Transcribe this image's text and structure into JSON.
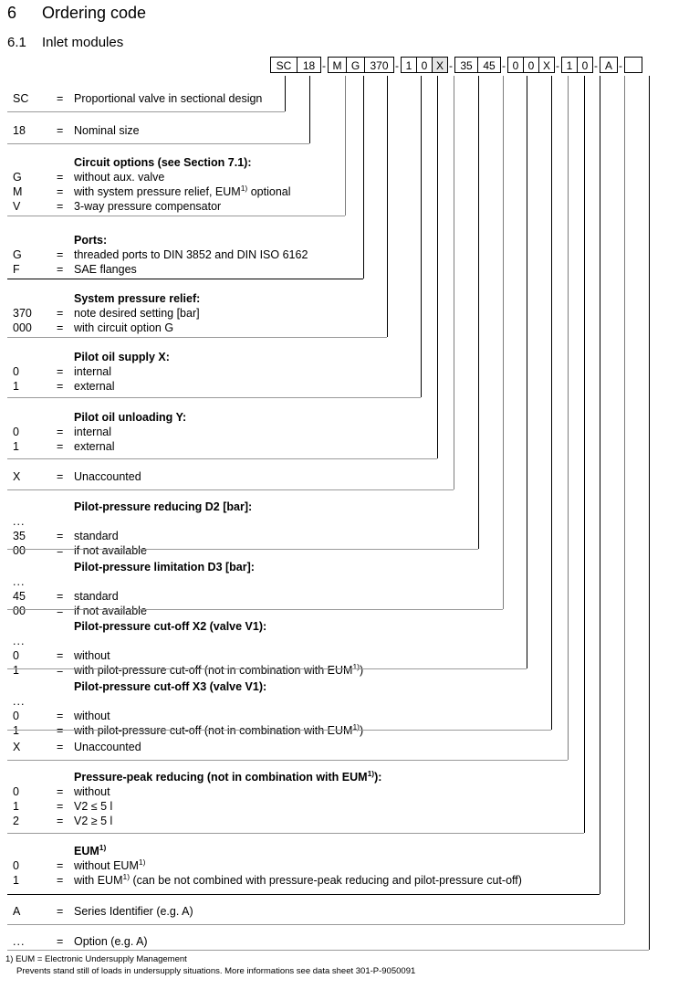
{
  "document": {
    "section_number": "6",
    "section_title": "Ordering code",
    "subsection_number": "6.1",
    "subsection_title": "Inlet modules"
  },
  "ordering_code": {
    "segments": [
      {
        "type": "box",
        "value": "SC",
        "width": 30,
        "shaded": false
      },
      {
        "type": "box",
        "value": "18",
        "width": 27,
        "shaded": false
      },
      {
        "type": "dash",
        "value": "-"
      },
      {
        "type": "box",
        "value": "M",
        "width": 21,
        "shaded": false
      },
      {
        "type": "box",
        "value": "G",
        "width": 21,
        "shaded": false
      },
      {
        "type": "box",
        "value": "370",
        "width": 33,
        "shaded": false
      },
      {
        "type": "dash",
        "value": "-"
      },
      {
        "type": "box",
        "value": "1",
        "width": 18,
        "shaded": false
      },
      {
        "type": "box",
        "value": "0",
        "width": 18,
        "shaded": false
      },
      {
        "type": "box",
        "value": "X",
        "width": 18,
        "shaded": true
      },
      {
        "type": "dash",
        "value": "-"
      },
      {
        "type": "box",
        "value": "35",
        "width": 26,
        "shaded": false
      },
      {
        "type": "box",
        "value": "45",
        "width": 26,
        "shaded": false
      },
      {
        "type": "dash",
        "value": "-"
      },
      {
        "type": "box",
        "value": "0",
        "width": 18,
        "shaded": false
      },
      {
        "type": "box",
        "value": "0",
        "width": 18,
        "shaded": false
      },
      {
        "type": "box",
        "value": "X",
        "width": 18,
        "shaded": false
      },
      {
        "type": "dash",
        "value": "-"
      },
      {
        "type": "box",
        "value": "1",
        "width": 18,
        "shaded": false
      },
      {
        "type": "box",
        "value": "0",
        "width": 18,
        "shaded": false
      },
      {
        "type": "dash",
        "value": "-"
      },
      {
        "type": "box",
        "value": "A",
        "width": 20,
        "shaded": false
      },
      {
        "type": "dash",
        "value": "-"
      },
      {
        "type": "box",
        "value": "",
        "width": 20,
        "shaded": false
      }
    ]
  },
  "legend": [
    {
      "id": "sc",
      "title": "",
      "entries": [
        {
          "code": "SC",
          "eq": "=",
          "desc": "Proportional valve in sectional design"
        }
      ]
    },
    {
      "id": "nominal-size",
      "title": "",
      "entries": [
        {
          "code": "18",
          "eq": "=",
          "desc": "Nominal size"
        }
      ]
    },
    {
      "id": "circuit-options",
      "title": "Circuit options (see Section 7.1):",
      "entries": [
        {
          "code": "G",
          "eq": "=",
          "desc": "without aux. valve"
        },
        {
          "code": "M",
          "eq": "=",
          "desc": "with system pressure relief, EUM<sup>1)</sup> optional"
        },
        {
          "code": "V",
          "eq": "=",
          "desc": "3-way pressure compensator"
        }
      ]
    },
    {
      "id": "ports",
      "title": "Ports:",
      "entries": [
        {
          "code": "G",
          "eq": "=",
          "desc": "threaded ports to DIN 3852 and DIN ISO 6162"
        },
        {
          "code": "F",
          "eq": "=",
          "desc": "SAE flanges"
        }
      ]
    },
    {
      "id": "system-pressure-relief",
      "title": "System pressure relief:",
      "entries": [
        {
          "code": "370",
          "eq": "=",
          "desc": "note desired setting [bar]"
        },
        {
          "code": "000",
          "eq": "=",
          "desc": "with circuit option G"
        }
      ]
    },
    {
      "id": "pilot-oil-supply",
      "title": "Pilot oil supply X:",
      "entries": [
        {
          "code": "0",
          "eq": "=",
          "desc": "internal"
        },
        {
          "code": "1",
          "eq": "=",
          "desc": "external"
        }
      ]
    },
    {
      "id": "pilot-oil-unloading",
      "title": "Pilot oil unloading Y:",
      "entries": [
        {
          "code": "0",
          "eq": "=",
          "desc": "internal"
        },
        {
          "code": "1",
          "eq": "=",
          "desc": "external"
        }
      ]
    },
    {
      "id": "unaccounted-1",
      "title": "",
      "entries": [
        {
          "code": "X",
          "eq": "=",
          "desc": "Unaccounted"
        }
      ]
    },
    {
      "id": "pilot-pressure-reducing-d2",
      "title": "Pilot-pressure reducing D2 [bar]:",
      "entries": [
        {
          "code": "...",
          "eq": "",
          "desc": ""
        },
        {
          "code": "35",
          "eq": "=",
          "desc": "standard"
        },
        {
          "code": "00",
          "eq": "=",
          "desc": "if not available"
        }
      ]
    },
    {
      "id": "pilot-pressure-limitation-d3",
      "title": "Pilot-pressure limitation D3 [bar]:",
      "entries": [
        {
          "code": "...",
          "eq": "",
          "desc": ""
        },
        {
          "code": "45",
          "eq": "=",
          "desc": "standard"
        },
        {
          "code": "00",
          "eq": "=",
          "desc": "if not available"
        }
      ]
    },
    {
      "id": "pilot-pressure-cut-off-x2",
      "title": "Pilot-pressure cut-off X2 (valve V1):",
      "entries": [
        {
          "code": "...",
          "eq": "",
          "desc": ""
        },
        {
          "code": "0",
          "eq": "=",
          "desc": "without"
        },
        {
          "code": "1",
          "eq": "=",
          "desc": "with pilot-pressure cut-off (not in combination with EUM<sup>1)</sup>)"
        }
      ]
    },
    {
      "id": "pilot-pressure-cut-off-x3",
      "title": "Pilot-pressure cut-off X3 (valve V1):",
      "entries": [
        {
          "code": "...",
          "eq": "",
          "desc": ""
        },
        {
          "code": "0",
          "eq": "=",
          "desc": "without"
        },
        {
          "code": "1",
          "eq": "=",
          "desc": "with pilot-pressure cut-off (not in combination with EUM<sup>1)</sup>)"
        }
      ]
    },
    {
      "id": "unaccounted-2",
      "title": "",
      "entries": [
        {
          "code": "X",
          "eq": "=",
          "desc": "Unaccounted"
        }
      ]
    },
    {
      "id": "pressure-peak-reducing",
      "title": "Pressure-peak reducing (not in combination with EUM<sup>1)</sup>):",
      "entries": [
        {
          "code": "0",
          "eq": "=",
          "desc": "without"
        },
        {
          "code": "1",
          "eq": "=",
          "desc": "V2 ≤ 5 l"
        },
        {
          "code": "2",
          "eq": "=",
          "desc": "V2 ≥ 5 l"
        }
      ]
    },
    {
      "id": "eum",
      "title": "EUM<sup>1)</sup>",
      "entries": [
        {
          "code": "0",
          "eq": "=",
          "desc": "without EUM<sup>1)</sup>"
        },
        {
          "code": "1",
          "eq": "=",
          "desc": "with EUM<sup>1)</sup> (can be not combined with pressure-peak reducing and pilot-pressure cut-off)"
        }
      ]
    },
    {
      "id": "series-identifier",
      "title": "",
      "entries": [
        {
          "code": "A",
          "eq": "=",
          "desc": "Series Identifier (e.g. A)"
        }
      ]
    },
    {
      "id": "option",
      "title": "",
      "entries": [
        {
          "code": "...",
          "eq": "=",
          "desc": "Option (e.g. A)"
        }
      ]
    }
  ],
  "footnote": {
    "line1": "1) EUM = Electronic Undersupply Management",
    "line2": "Prevents stand still of loads in undersupply situations. More informations see data sheet 301-P-9050091"
  }
}
